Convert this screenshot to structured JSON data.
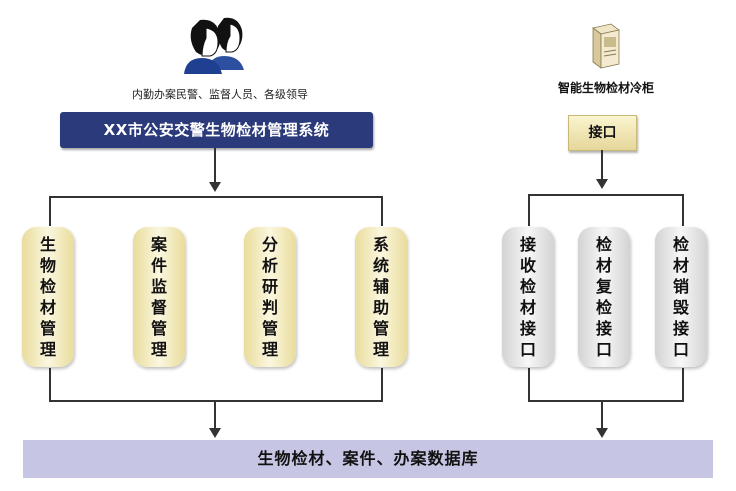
{
  "users": {
    "icon": "users-icon",
    "caption": "内勤办案民警、监督人员、各级领导"
  },
  "system": {
    "title": "XX市公安交警生物检材管理系统",
    "modules": [
      {
        "chars": [
          "生",
          "物",
          "检",
          "材",
          "管",
          "理"
        ]
      },
      {
        "chars": [
          "案",
          "件",
          "监",
          "督",
          "管",
          "理"
        ]
      },
      {
        "chars": [
          "分",
          "析",
          "研",
          "判",
          "管",
          "理"
        ]
      },
      {
        "chars": [
          "系",
          "统",
          "辅",
          "助",
          "管",
          "理"
        ]
      }
    ]
  },
  "cabinet": {
    "icon": "cabinet-icon",
    "caption": "智能生物检材冷柜",
    "interface_label": "接口",
    "interfaces": [
      {
        "chars": [
          "接",
          "收",
          "检",
          "材",
          "接",
          "口"
        ]
      },
      {
        "chars": [
          "检",
          "材",
          "复",
          "检",
          "接",
          "口"
        ]
      },
      {
        "chars": [
          "检",
          "材",
          "销",
          "毁",
          "接",
          "口"
        ]
      }
    ]
  },
  "database": {
    "label": "生物检材、案件、办案数据库"
  },
  "colors": {
    "title_bg": "#2b3a7a",
    "module_gold": "#e9dc9c",
    "module_gray": "#d3d3d3",
    "database_bg": "#c6c6e4"
  }
}
